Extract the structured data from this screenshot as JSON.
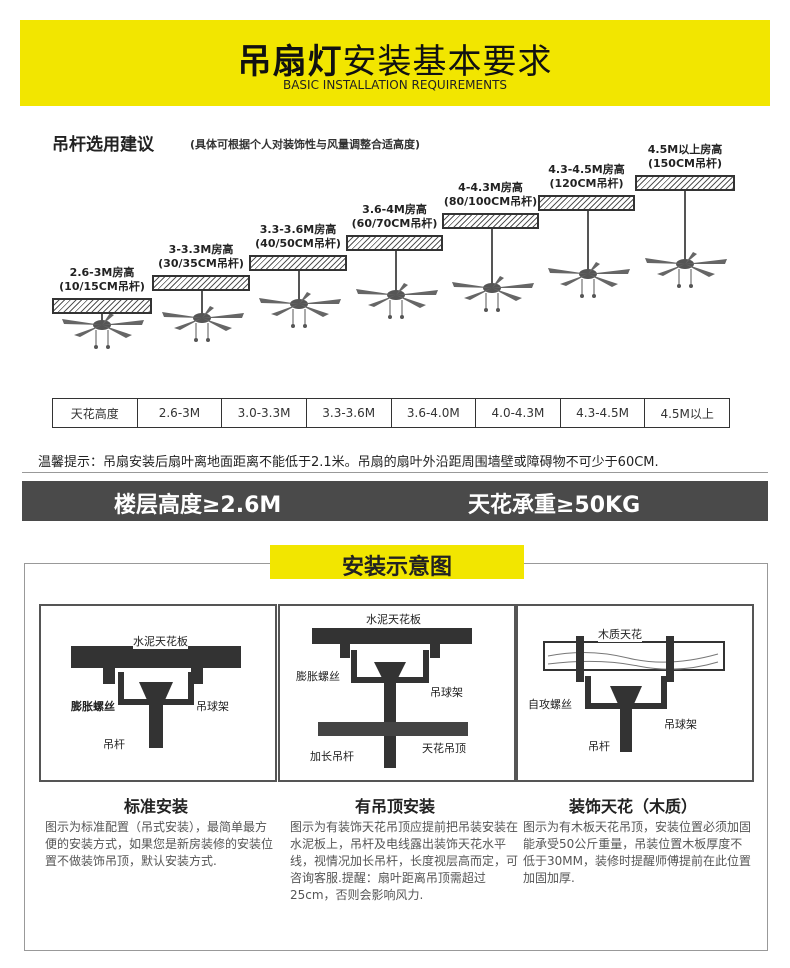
{
  "header": {
    "title_bold": "吊扇灯",
    "title_rest": "安装基本要求",
    "subtitle": "BASIC INSTALLATION REQUIREMENTS"
  },
  "rod_section": {
    "title": "吊杆选用建议",
    "note": "(具体可根据个人对装饰性与风量调整合适高度)",
    "steps": [
      {
        "height": "2.6-3M房高",
        "rod": "(10/15CM吊杆)"
      },
      {
        "height": "3-3.3M房高",
        "rod": "(30/35CM吊杆)"
      },
      {
        "height": "3.3-3.6M房高",
        "rod": "(40/50CM吊杆)"
      },
      {
        "height": "3.6-4M房高",
        "rod": "(60/70CM吊杆)"
      },
      {
        "height": "4-4.3M房高",
        "rod": "(80/100CM吊杆)"
      },
      {
        "height": "4.3-4.5M房高",
        "rod": "(120CM吊杆)"
      },
      {
        "height": "4.5M以上房高",
        "rod": "(150CM吊杆)"
      }
    ]
  },
  "height_table": [
    "天花高度",
    "2.6-3M",
    "3.0-3.3M",
    "3.3-3.6M",
    "3.6-4.0M",
    "4.0-4.3M",
    "4.3-4.5M",
    "4.5M以上"
  ],
  "tip": "温馨提示：吊扇安装后扇叶离地面距离不能低于2.1米。吊扇的扇叶外沿距周围墙壁或障碍物不可少于60CM.",
  "specs": {
    "floor_height": "楼层高度≥2.6M",
    "ceiling_load": "天花承重≥50KG"
  },
  "diagram": {
    "title": "安装示意图",
    "panels": [
      {
        "title": "标准安装",
        "labels": {
          "ceiling": "水泥天花板",
          "bolt": "膨胀螺丝",
          "bracket": "吊球架",
          "rod": "吊杆"
        },
        "desc": "图示为标准配置（吊式安装），最简单最方便的安装方式，如果您是新房装修的安装位置不做装饰吊顶，默认安装方式."
      },
      {
        "title": "有吊顶安装",
        "labels": {
          "ceiling": "水泥天花板",
          "bolt": "膨胀螺丝",
          "bracket": "吊球架",
          "rod": "加长吊杆",
          "false_ceiling": "天花吊顶"
        },
        "desc": "图示为有装饰天花吊顶应提前把吊装安装在水泥板上，吊杆及电线露出装饰天花水平线，视情况加长吊杆，长度视层高而定，可咨询客服.提醒：扇叶距离吊顶需超过25cm，否则会影响风力."
      },
      {
        "title": "装饰天花（木质）",
        "labels": {
          "ceiling": "木质天花",
          "screw": "自攻螺丝",
          "bracket": "吊球架",
          "rod": "吊杆"
        },
        "desc": "图示为有木板天花吊顶，安装位置必须加固能承受50公斤重量，吊装位置木板厚度不低于30MM，装修时提醒师傅提前在此位置加固加厚."
      }
    ]
  },
  "colors": {
    "banner": "#f2e600",
    "spec_bar": "#4a4a4a"
  }
}
